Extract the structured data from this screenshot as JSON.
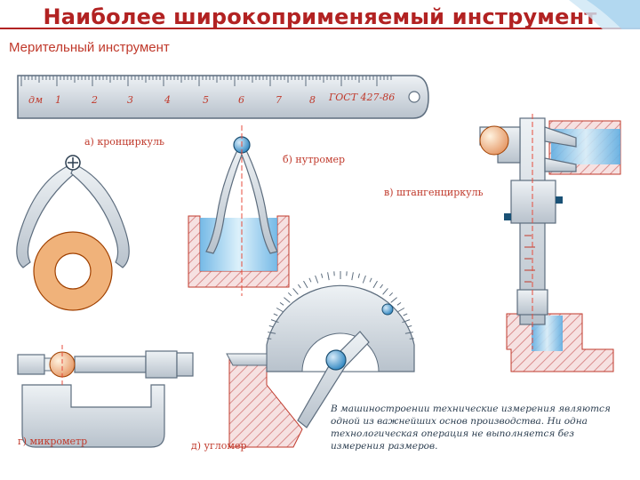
{
  "slide": {
    "title": "Наиболее широкоприменяемый инструмент"
  },
  "figure": {
    "heading": "Мерительный инструмент",
    "ruler": {
      "unit": "дм",
      "numbers": [
        "1",
        "2",
        "3",
        "4",
        "5",
        "6",
        "7",
        "8"
      ],
      "standard": "ГОСТ 427-86"
    },
    "labels": {
      "calipers_outer": "а) кронциркуль",
      "calipers_inner": "б) нутромер",
      "vernier": "в) штангенциркуль",
      "micrometer": "г) микрометр",
      "protractor": "д) угломер"
    },
    "caption": "В машиностроении технические измерения являются одной из важнейших основ производства. Ни одна технологическая операция не выполняется без измерения размеров."
  },
  "colors": {
    "title": "#b22222",
    "labels": "#c0392b",
    "metal": "#cfd6dc",
    "metal_edge": "#5d6d7e",
    "part": "#8ecae6",
    "hatch": "#d98c8c",
    "ring": "#f0b27a"
  }
}
